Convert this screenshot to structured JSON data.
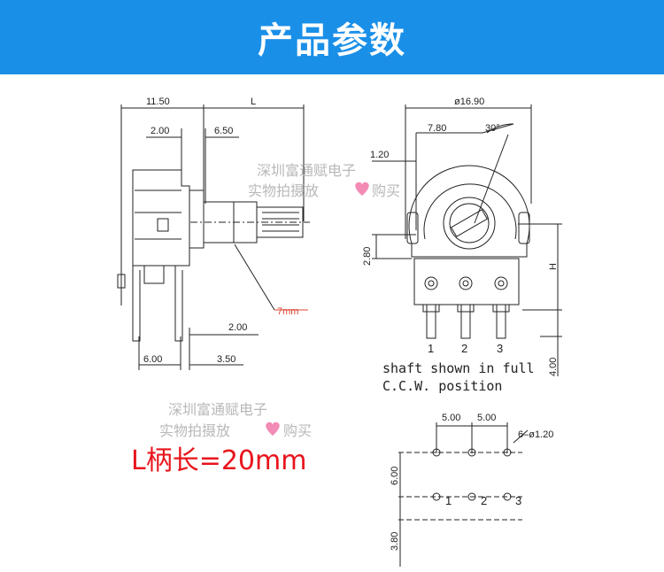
{
  "header": {
    "title": "产品参数"
  },
  "side_view": {
    "dims": {
      "d1150": "11.50",
      "dL": "L",
      "d200top": "2.00",
      "d650": "6.50",
      "d7mm": "7mm",
      "d200bot": "2.00",
      "d600": "6.00",
      "d350": "3.50"
    }
  },
  "front_view": {
    "dims": {
      "d1690": "ø16.90",
      "d30": "30°",
      "d120": "1.20",
      "d780": "7.80",
      "d280": "2.80",
      "dH": "H",
      "d400": "4.00"
    },
    "pins": [
      "1",
      "2",
      "3"
    ],
    "note_line1": "shaft shown in full",
    "note_line2": "C.C.W. position"
  },
  "footprint": {
    "d500a": "5.00",
    "d500b": "5.00",
    "dhole": "6–ø1.20",
    "d600": "6.00",
    "d380": "3.80",
    "pins": [
      "1",
      "2",
      "3"
    ]
  },
  "watermark": {
    "line1": "深圳富通赋电子",
    "line2_a": "实物拍摄放",
    "line2_b": "购买"
  },
  "shaft_length_label": "L柄长=20mm",
  "colors": {
    "banner": "#1a8fe8",
    "length_label": "#e8141c",
    "heart": "#f28bb5"
  }
}
